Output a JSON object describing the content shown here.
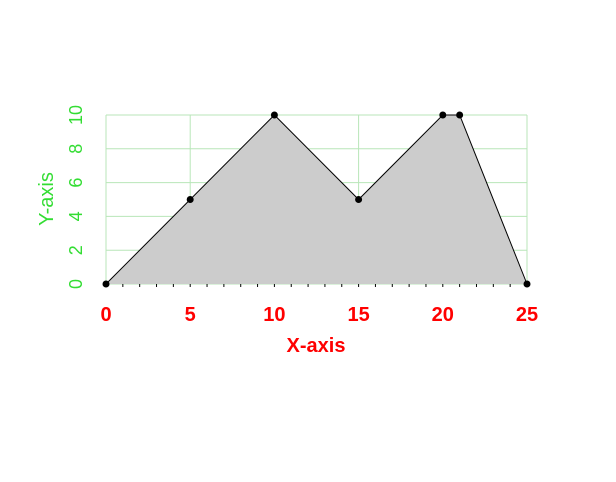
{
  "chart_data": {
    "type": "area",
    "x": [
      0,
      5,
      10,
      15,
      20,
      21,
      25
    ],
    "y": [
      0,
      5,
      10,
      5,
      10,
      10,
      0
    ],
    "xlabel": "X-axis",
    "ylabel": "Y-axis",
    "xlim": [
      0,
      25
    ],
    "ylim": [
      0,
      10
    ],
    "x_ticks": [
      0,
      5,
      10,
      15,
      20,
      25
    ],
    "y_ticks": [
      0,
      2,
      4,
      6,
      8,
      10
    ],
    "x_minor_step": 1,
    "grid": true,
    "legend": "none",
    "colors": {
      "fill": "#cccccc",
      "line": "#000000",
      "points": "#000000",
      "grid": "#b8e6b8",
      "x_text": "#ff0000",
      "y_text": "#33dd33",
      "axis": "#000000"
    }
  }
}
